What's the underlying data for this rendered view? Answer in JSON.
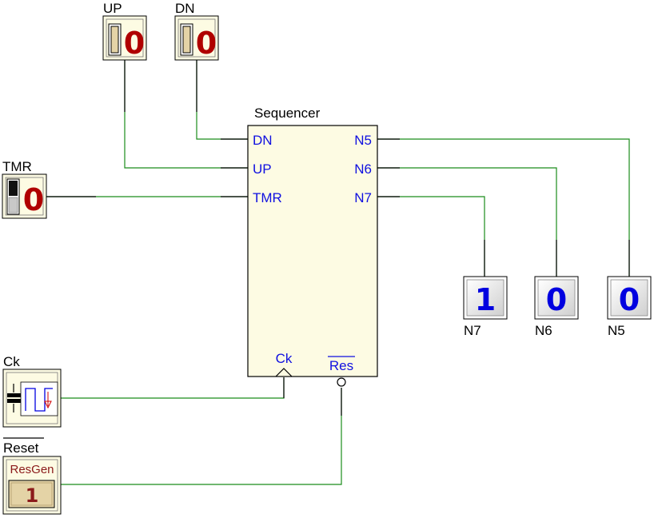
{
  "sequencer": {
    "title": "Sequencer",
    "inputs": [
      "DN",
      "UP",
      "TMR"
    ],
    "outputs": [
      "N5",
      "N6",
      "N7"
    ],
    "clock_pin": "Ck",
    "reset_pin": "Res"
  },
  "switches": {
    "up": {
      "label": "UP",
      "value": "0"
    },
    "dn": {
      "label": "DN",
      "value": "0"
    },
    "tmr": {
      "label": "TMR",
      "value": "0"
    }
  },
  "displays": {
    "n7": {
      "label": "N7",
      "value": "1"
    },
    "n6": {
      "label": "N6",
      "value": "0"
    },
    "n5": {
      "label": "N5",
      "value": "0"
    }
  },
  "clock": {
    "label": "Ck"
  },
  "reset": {
    "label": "Reset",
    "box_title": "ResGen",
    "value": "1"
  },
  "colors": {
    "wire": "#1a8c1a",
    "pin_text": "#1010e0",
    "block_fill": "#fdfbe3",
    "switch_digit": "#b00000",
    "display_digit": "#0000e0",
    "reset_title": "#8b1a1a"
  }
}
